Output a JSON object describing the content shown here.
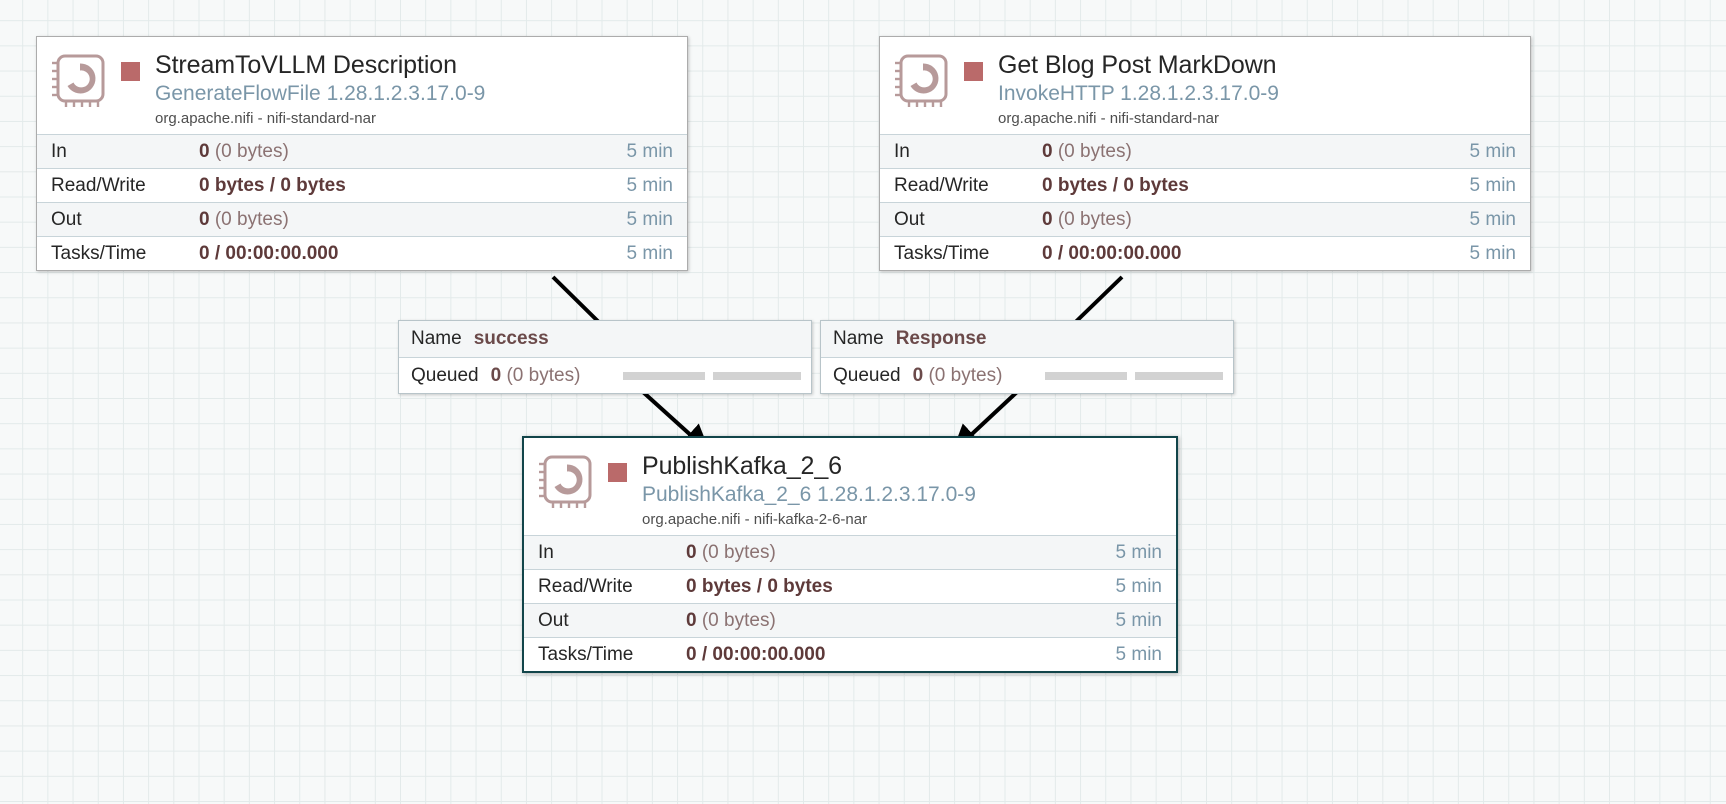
{
  "canvas": {
    "background_color": "#f7f9f9",
    "grid_color": "#e3eaea",
    "grid_size": 25
  },
  "theme": {
    "run_status_color": "#ba6a6a",
    "processor_type_color": "#7a96a8",
    "stat_value_color": "#5e3a3a",
    "selected_border_color": "#12454a",
    "connection_line_color": "#000000"
  },
  "stat_labels": {
    "in": "In",
    "read_write": "Read/Write",
    "out": "Out",
    "tasks_time": "Tasks/Time"
  },
  "connection_labels": {
    "name": "Name",
    "queued": "Queued"
  },
  "processors": [
    {
      "id": "stream-to-vllm-description",
      "name": "StreamToVLLM Description",
      "type": "GenerateFlowFile 1.28.1.2.3.17.0-9",
      "bundle": "org.apache.nifi - nifi-standard-nar",
      "icon": "processor-chip-icon",
      "run_status": "stopped",
      "selected": false,
      "stats": [
        {
          "label": "In",
          "value_bold": "0",
          "value_rest": " (0 bytes)",
          "time": "5 min"
        },
        {
          "label": "Read/Write",
          "value_bold": "0 bytes / 0 bytes",
          "value_rest": "",
          "time": "5 min"
        },
        {
          "label": "Out",
          "value_bold": "0",
          "value_rest": " (0 bytes)",
          "time": "5 min"
        },
        {
          "label": "Tasks/Time",
          "value_bold": "0 / 00:00:00.000",
          "value_rest": "",
          "time": "5 min"
        }
      ]
    },
    {
      "id": "get-blog-post-markdown",
      "name": "Get Blog Post MarkDown",
      "type": "InvokeHTTP 1.28.1.2.3.17.0-9",
      "bundle": "org.apache.nifi - nifi-standard-nar",
      "icon": "processor-chip-icon",
      "run_status": "stopped",
      "selected": false,
      "stats": [
        {
          "label": "In",
          "value_bold": "0",
          "value_rest": " (0 bytes)",
          "time": "5 min"
        },
        {
          "label": "Read/Write",
          "value_bold": "0 bytes / 0 bytes",
          "value_rest": "",
          "time": "5 min"
        },
        {
          "label": "Out",
          "value_bold": "0",
          "value_rest": " (0 bytes)",
          "time": "5 min"
        },
        {
          "label": "Tasks/Time",
          "value_bold": "0 / 00:00:00.000",
          "value_rest": "",
          "time": "5 min"
        }
      ]
    },
    {
      "id": "publish-kafka-2-6",
      "name": "PublishKafka_2_6",
      "type": "PublishKafka_2_6 1.28.1.2.3.17.0-9",
      "bundle": "org.apache.nifi - nifi-kafka-2-6-nar",
      "icon": "processor-chip-icon",
      "run_status": "stopped",
      "selected": true,
      "stats": [
        {
          "label": "In",
          "value_bold": "0",
          "value_rest": " (0 bytes)",
          "time": "5 min"
        },
        {
          "label": "Read/Write",
          "value_bold": "0 bytes / 0 bytes",
          "value_rest": "",
          "time": "5 min"
        },
        {
          "label": "Out",
          "value_bold": "0",
          "value_rest": " (0 bytes)",
          "time": "5 min"
        },
        {
          "label": "Tasks/Time",
          "value_bold": "0 / 00:00:00.000",
          "value_rest": "",
          "time": "5 min"
        }
      ]
    }
  ],
  "connections": [
    {
      "id": "conn-success",
      "relationship_name": "success",
      "queued_count": "0",
      "queued_size": "(0 bytes)",
      "source": "StreamToVLLM Description",
      "destination": "PublishKafka_2_6"
    },
    {
      "id": "conn-response",
      "relationship_name": "Response",
      "queued_count": "0",
      "queued_size": "(0 bytes)",
      "source": "Get Blog Post MarkDown",
      "destination": "PublishKafka_2_6"
    }
  ]
}
